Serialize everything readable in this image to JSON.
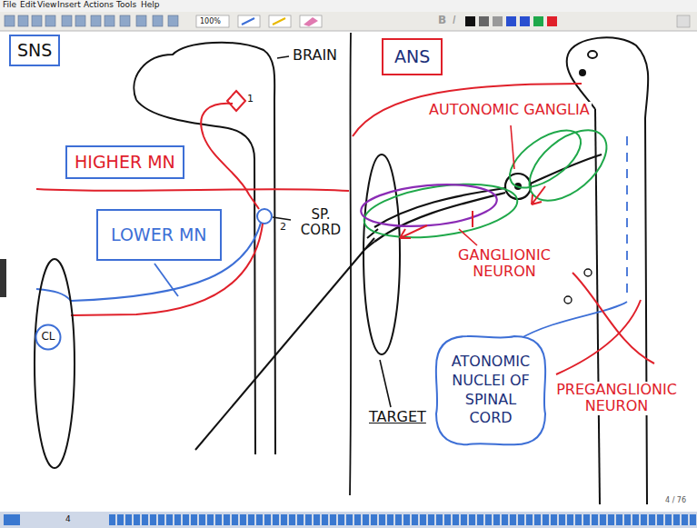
{
  "diagram": {
    "nodes": [
      {
        "text": [
          "SNS"
        ]
      },
      {
        "text": [
          "HIGHER MN"
        ]
      },
      {
        "text": [
          "LOWER MN"
        ]
      },
      {
        "text": [
          "CL"
        ]
      },
      {
        "text": [
          "ANS"
        ]
      },
      {
        "text": [
          "ATONOMIC NUCLEI OF SPINAL CORD"
        ]
      }
    ],
    "labels": [
      "File",
      "Edit",
      "View",
      "Insert",
      "Actions",
      "Tools",
      "Help",
      "100%",
      "B",
      "I",
      "BRAIN",
      "1",
      "2",
      "SP. CORD",
      "AUTONOMIC GANGLIA",
      "GANGLIONIC NEURON",
      "TARGET",
      "PREGANGLIONIC NEURON",
      "4 / 76",
      "4"
    ]
  }
}
